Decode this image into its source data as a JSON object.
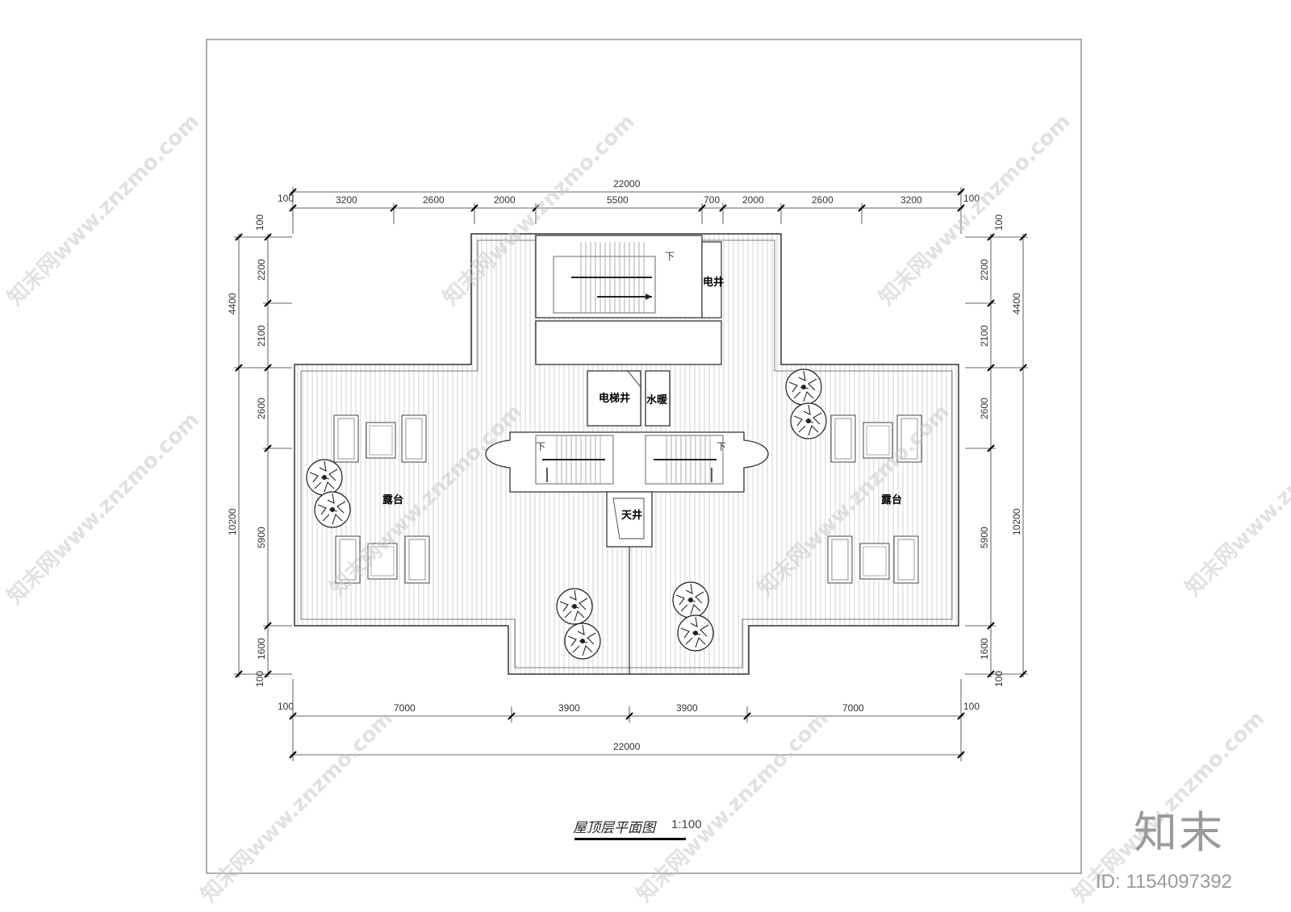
{
  "drawing": {
    "title": "屋顶层平面图",
    "scale": "1:100"
  },
  "top_dims": {
    "overall": "22000",
    "segments": [
      "3200",
      "2600",
      "2000",
      "5500",
      "700",
      "2000",
      "2600",
      "3200"
    ],
    "edge_left": "100",
    "edge_right": "100"
  },
  "bottom_dims": {
    "overall": "22000",
    "segments": [
      "7000",
      "3900",
      "3900",
      "7000"
    ],
    "edge_left": "100",
    "edge_right": "100"
  },
  "left_dims": {
    "segments": [
      "2200",
      "2100",
      "2600",
      "5900",
      "1600"
    ],
    "groups": [
      "4400",
      "10200"
    ],
    "edge_top": "100",
    "edge_bottom": "100"
  },
  "right_dims": {
    "segments": [
      "2200",
      "2100",
      "2600",
      "5900",
      "1600"
    ],
    "groups": [
      "4400",
      "10200"
    ],
    "edge_top": "100",
    "edge_bottom": "100"
  },
  "rooms": {
    "electric_shaft": "电井",
    "elevator_shaft": "电梯井",
    "water_heating": "水暖",
    "courtyard": "天井",
    "terrace_left": "露台",
    "terrace_right": "露台",
    "stair_down_1": "下",
    "stair_down_2": "下",
    "stair_down_3": "下"
  },
  "watermark": {
    "logo": "知末",
    "id": "ID: 1154097392",
    "site": "知末网www.znzmo.com"
  }
}
